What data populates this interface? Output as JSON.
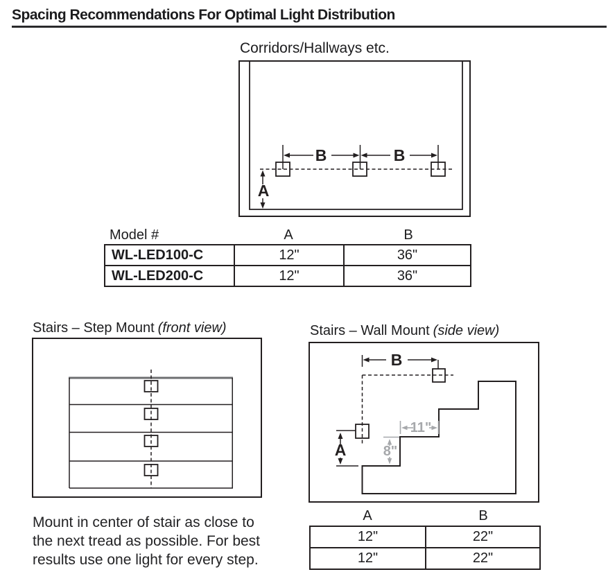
{
  "page": {
    "title": "Spacing Recommendations For Optimal Light Distribution"
  },
  "corridor": {
    "title": "Corridors/Hallways etc.",
    "dim_b": "B",
    "dim_a": "A"
  },
  "model_table": {
    "headers": {
      "model": "Model #",
      "a": "A",
      "b": "B"
    },
    "rows": [
      {
        "model": "WL-LED100-C",
        "a": "12\"",
        "b": "36\""
      },
      {
        "model": "WL-LED200-C",
        "a": "12\"",
        "b": "36\""
      }
    ]
  },
  "step_mount": {
    "title": "Stairs – Step Mount",
    "view": "(front view)",
    "note_lines": [
      "Mount in center of stair as close to",
      "the next tread as possible. For best",
      "results use one light for every step."
    ]
  },
  "wall_mount": {
    "title": "Stairs – Wall Mount",
    "view": "(side view)",
    "dim_b": "B",
    "dim_a": "A",
    "tread_depth": "11\"",
    "riser_height": "8\"",
    "table": {
      "headers": {
        "a": "A",
        "b": "B"
      },
      "rows": [
        {
          "a": "12\"",
          "b": "22\""
        },
        {
          "a": "12\"",
          "b": "22\""
        }
      ]
    }
  },
  "colors": {
    "line": "#231f20",
    "dim_gray": "#a6a8ab"
  }
}
